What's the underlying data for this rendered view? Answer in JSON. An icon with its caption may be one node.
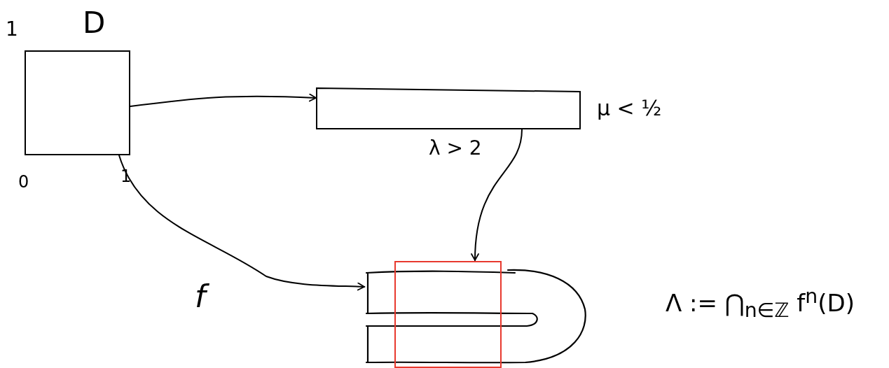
{
  "diagram": {
    "nodes": [
      {
        "text": [],
        "shape": "box"
      },
      {
        "text": [],
        "shape": "box"
      },
      {
        "text": [],
        "shape": "horseshoe"
      }
    ],
    "edges": [
      {
        "from": 0,
        "to": 1,
        "arrow": "to"
      },
      {
        "from": 1,
        "to": 2,
        "arrow": "to"
      },
      {
        "from": 0,
        "to": 2,
        "arrow": "to",
        "label": "f"
      }
    ],
    "labels": [
      "1",
      "D",
      "μ < ½",
      "0",
      "1",
      "λ > 2",
      "Λ := ⋂$_{n∈ℤ}$ f$^{n}$(D)"
    ]
  }
}
